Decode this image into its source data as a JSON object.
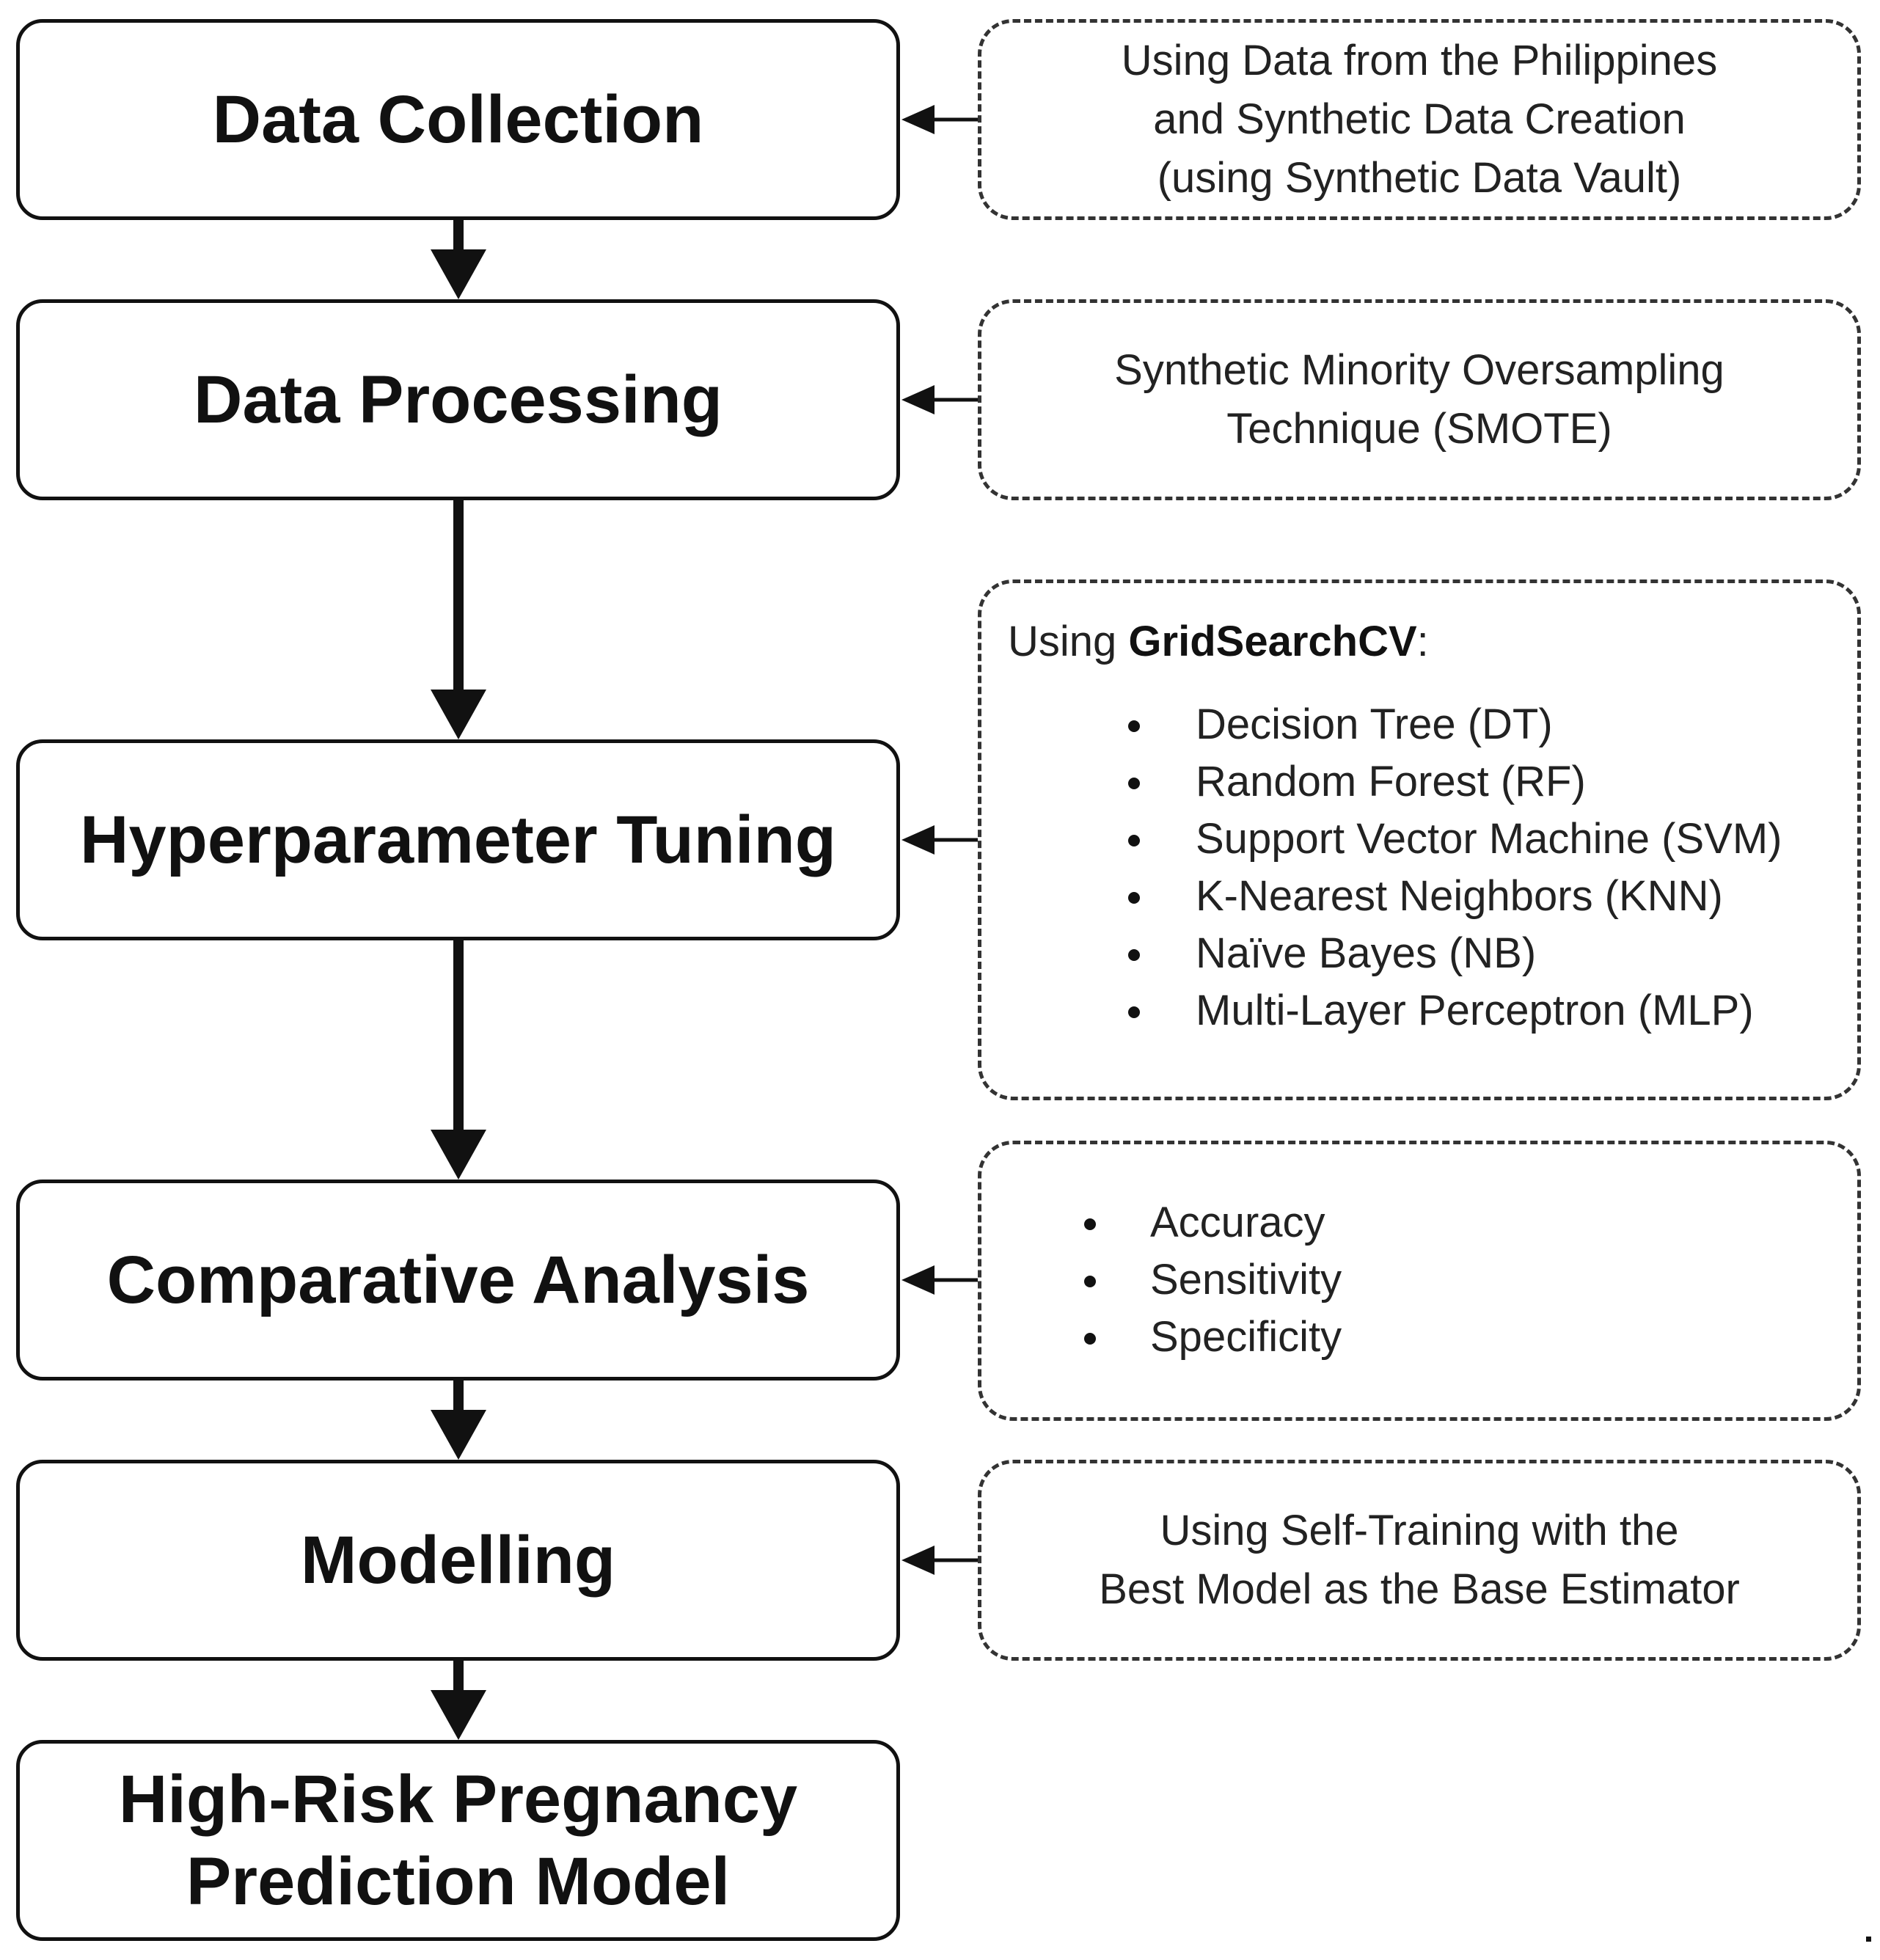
{
  "steps": {
    "data_collection": "Data Collection",
    "data_processing": "Data Processing",
    "hyperparameter_tuning": "Hyperparameter Tuning",
    "comparative_analysis": "Comparative Analysis",
    "modelling": "Modelling",
    "final_model": "High-Risk Pregnancy\nPrediction Model"
  },
  "notes": {
    "data_collection": "Using Data from the Philippines\nand Synthetic Data Creation\n(using Synthetic Data Vault)",
    "data_processing": "Synthetic Minority Oversampling\nTechnique (SMOTE)",
    "tuning": {
      "prefix": "Using ",
      "tool": "GridSearchCV",
      "suffix": ":",
      "models": [
        "Decision Tree (DT)",
        "Random Forest (RF)",
        "Support Vector Machine (SVM)",
        "K-Nearest Neighbors (KNN)",
        "Naïve Bayes (NB)",
        "Multi-Layer Perceptron (MLP)"
      ]
    },
    "metrics": [
      "Accuracy",
      "Sensitivity",
      "Specificity"
    ],
    "modelling": "Using Self-Training with the\nBest Model as the Base Estimator"
  }
}
